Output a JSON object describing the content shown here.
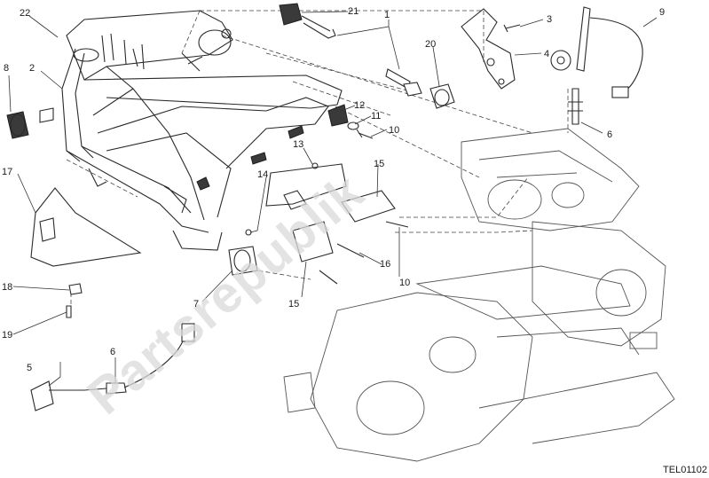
{
  "callouts": [
    {
      "key": "c1",
      "text": "1"
    },
    {
      "key": "c2",
      "text": "2"
    },
    {
      "key": "c3",
      "text": "3"
    },
    {
      "key": "c4",
      "text": "4"
    },
    {
      "key": "c5",
      "text": "5"
    },
    {
      "key": "c6a",
      "text": "6"
    },
    {
      "key": "c6b",
      "text": "6"
    },
    {
      "key": "c7",
      "text": "7"
    },
    {
      "key": "c8",
      "text": "8"
    },
    {
      "key": "c9",
      "text": "9"
    },
    {
      "key": "c10a",
      "text": "10"
    },
    {
      "key": "c10b",
      "text": "10"
    },
    {
      "key": "c11",
      "text": "11"
    },
    {
      "key": "c12",
      "text": "12"
    },
    {
      "key": "c13",
      "text": "13"
    },
    {
      "key": "c14",
      "text": "14"
    },
    {
      "key": "c15a",
      "text": "15"
    },
    {
      "key": "c15b",
      "text": "15"
    },
    {
      "key": "c16",
      "text": "16"
    },
    {
      "key": "c17",
      "text": "17"
    },
    {
      "key": "c18",
      "text": "18"
    },
    {
      "key": "c19",
      "text": "19"
    },
    {
      "key": "c20",
      "text": "20"
    },
    {
      "key": "c21",
      "text": "21"
    },
    {
      "key": "c22",
      "text": "22"
    }
  ],
  "reference_code": "TEL01102",
  "watermark": "Partsrepublik"
}
